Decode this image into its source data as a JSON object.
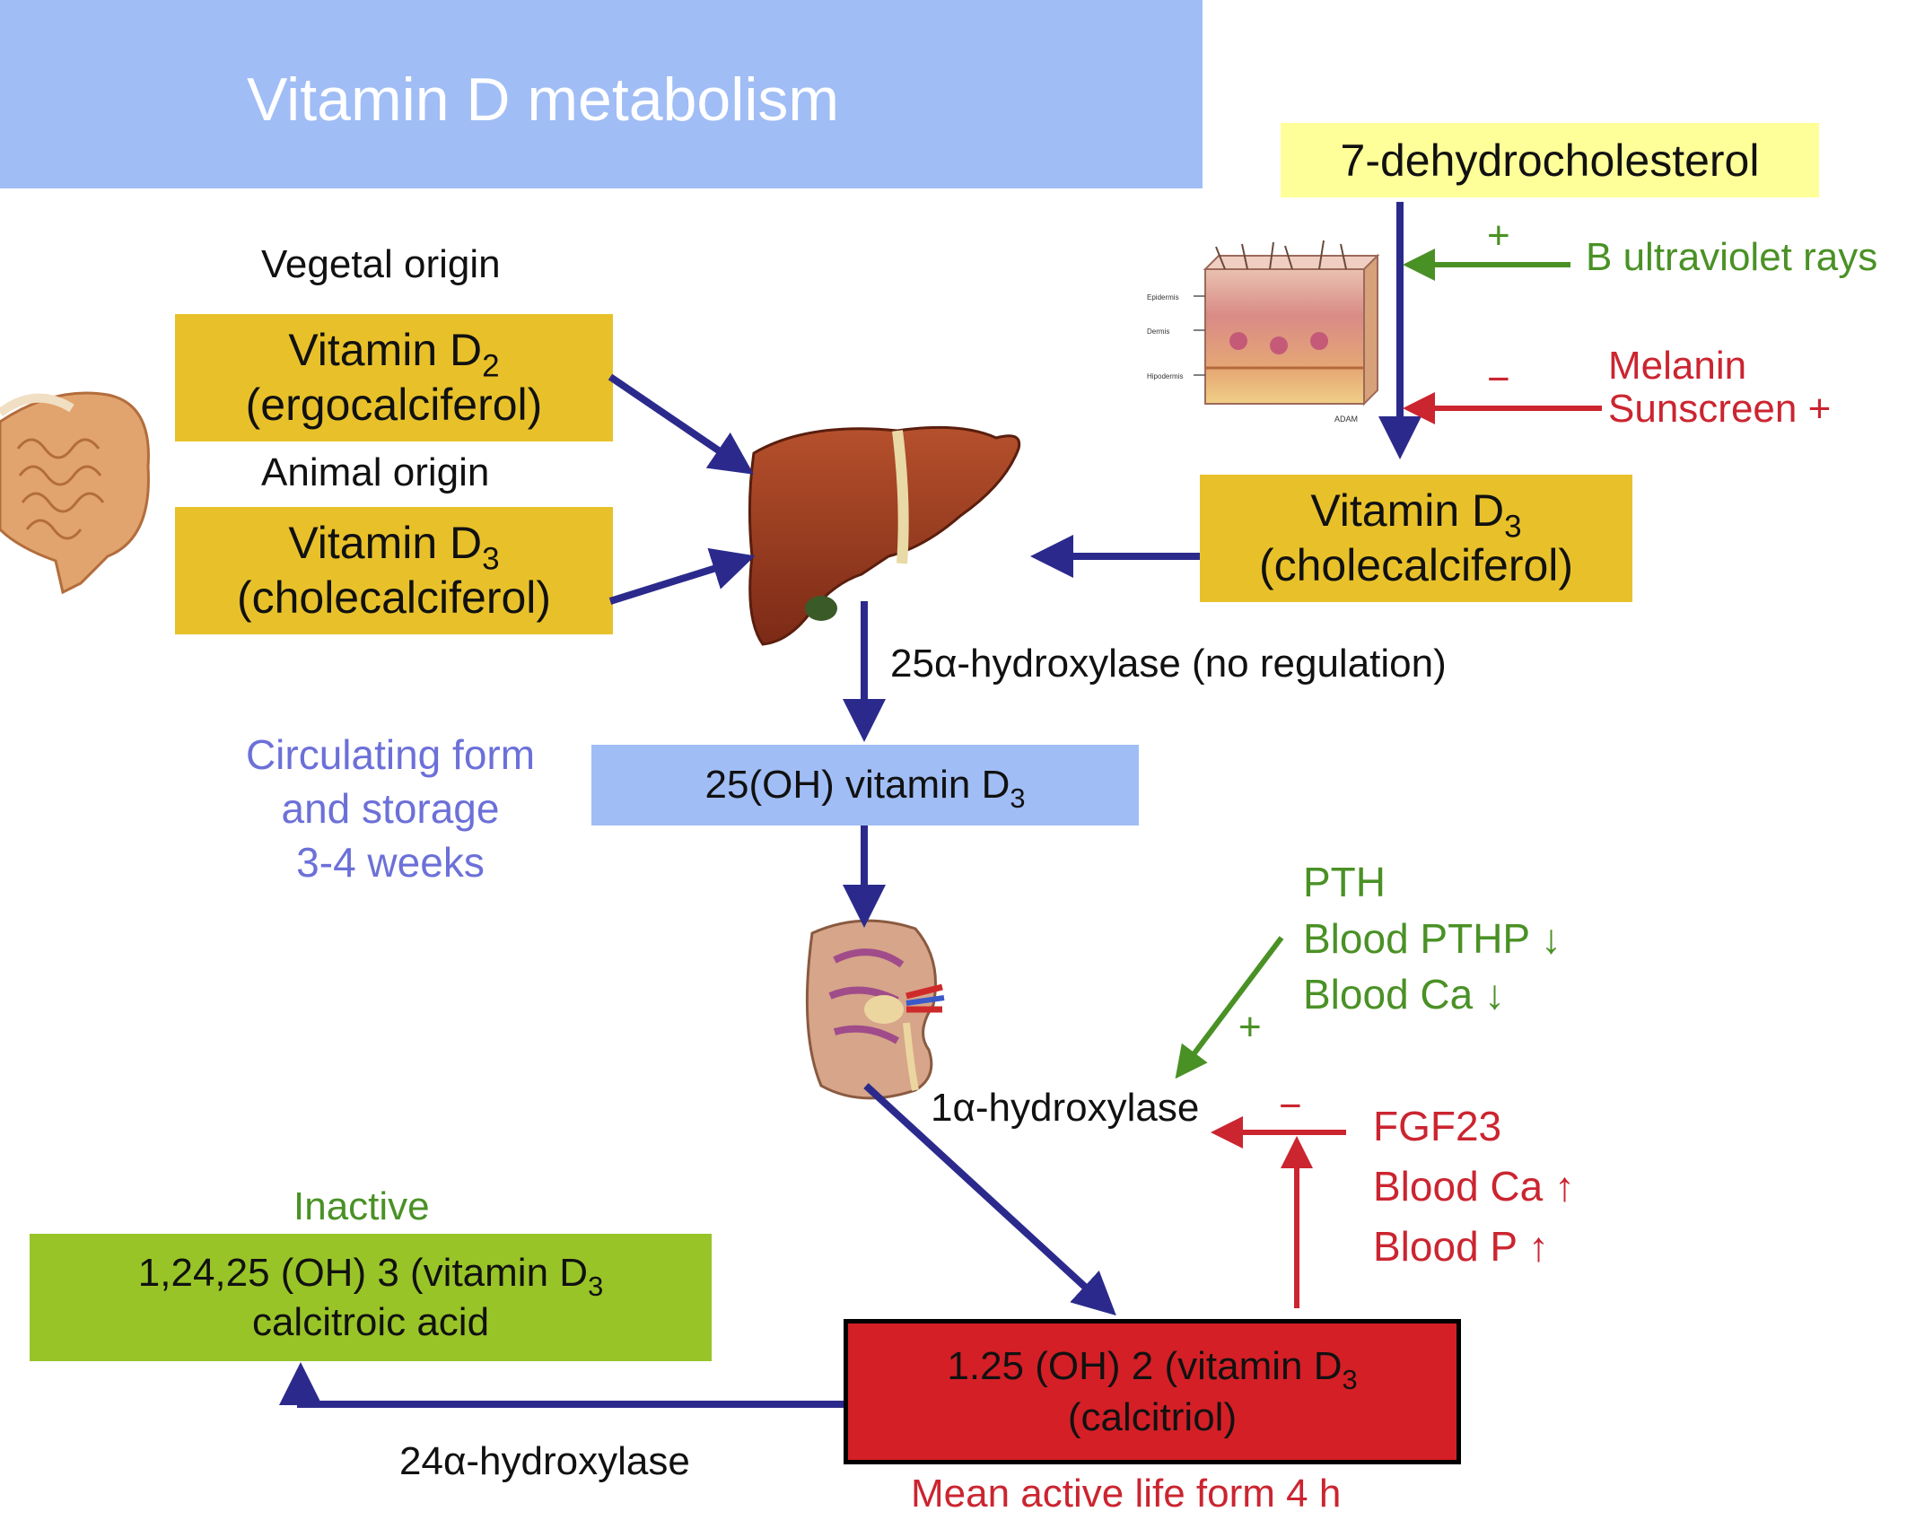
{
  "title": "Vitamin D metabolism",
  "source": {
    "precursor": "7-dehydrocholesterol",
    "uv_sign": "+",
    "uv_label": "B ultraviolet rays",
    "inhibit_sign": "−",
    "inhibitors": [
      "Melanin",
      "Sunscreen +"
    ]
  },
  "dietary": {
    "vegetal_label": "Vegetal origin",
    "d2_name_base": "Vitamin D",
    "d2_name_sub": "2",
    "d2_chem": "(ergocalciferol)",
    "animal_label": "Animal origin",
    "d3_name_base": "Vitamin D",
    "d3_name_sub": "3",
    "d3_chem": "(cholecalciferol)"
  },
  "skin_product": {
    "name_base": "Vitamin D",
    "name_sub": "3",
    "chem": "(cholecalciferol)"
  },
  "skin_illustration": {
    "layers": [
      "Epidermis",
      "Dermis",
      "Hipodermis"
    ],
    "credit": "ADAM"
  },
  "liver_step": {
    "enzyme": "25α-hydroxylase (no regulation)"
  },
  "circulating": {
    "name_base": "25(OH) vitamin D",
    "name_sub": "3",
    "note_lines": [
      "Circulating form",
      "and storage",
      "3-4 weeks"
    ]
  },
  "kidney_step": {
    "enzyme": "1α-hydroxylase",
    "stimulators": [
      "PTH",
      "Blood PTHP ↓",
      "Blood Ca ↓"
    ],
    "stim_sign": "+",
    "inhibitors": [
      "FGF23",
      "Blood Ca ↑",
      "Blood P ↑"
    ],
    "inhib_sign": "−"
  },
  "active": {
    "name_base": "1.25 (OH) 2 (vitamin D",
    "name_sub": "3",
    "chem": "(calcitriol)",
    "note": "Mean active life form 4 h"
  },
  "inactive": {
    "label": "Inactive",
    "name_base": "1,24,25 (OH) 3 (vitamin D",
    "name_sub": "3",
    "chem": "calcitroic acid",
    "enzyme": "24α-hydroxylase"
  },
  "colors": {
    "pathway_arrow": "#2b2a8c",
    "stimulation": "#4a9125",
    "inhibition": "#cb2530",
    "title_banner": "#a0bdf5",
    "vitamin_box": "#e8c12a",
    "precursor_box": "#ffff99",
    "inactive_box": "#98c428",
    "active_box": "#d41f26"
  }
}
